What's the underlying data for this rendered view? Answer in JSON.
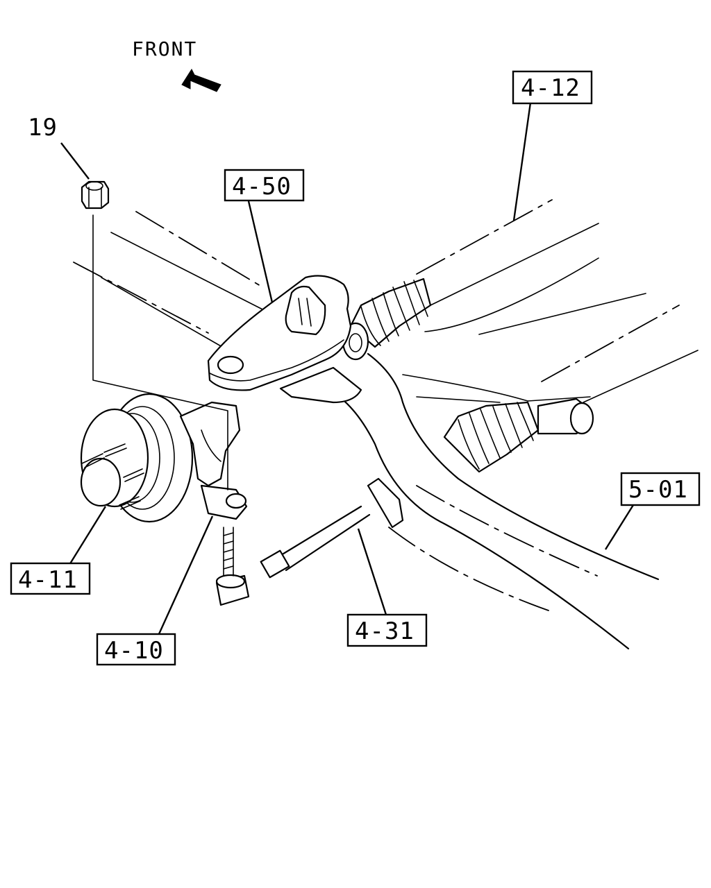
{
  "direction": {
    "label": "FRONT",
    "icon": "arrow-front-icon"
  },
  "callouts": {
    "ref_19": "19",
    "ref_4_12": "4-12",
    "ref_4_50": "4-50",
    "ref_5_01": "5-01",
    "ref_4_11": "4-11",
    "ref_4_10": "4-10",
    "ref_4_31": "4-31"
  }
}
